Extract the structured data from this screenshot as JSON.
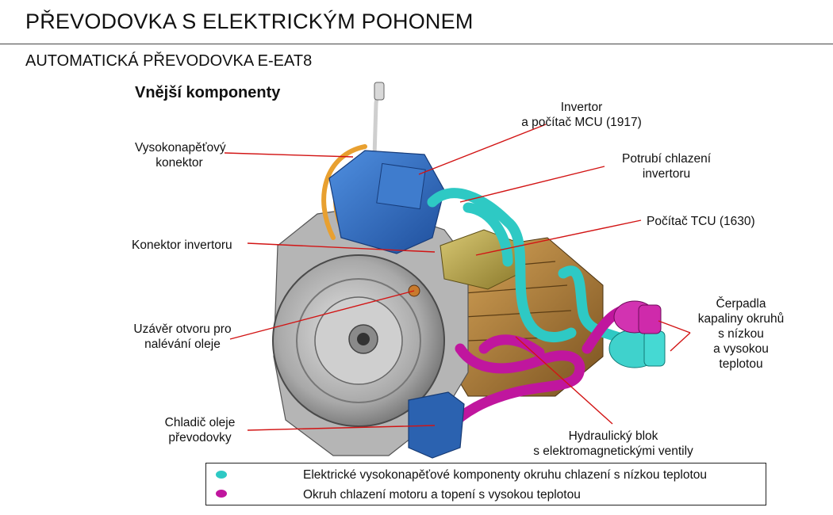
{
  "header": {
    "title": "PŘEVODOVKA S ELEKTRICKÝM POHONEM",
    "subtitle": "AUTOMATICKÁ PŘEVODOVKA E-EAT8"
  },
  "section_title": "Vnější komponenty",
  "labels": {
    "hv_connector": [
      "Vysokonapěťový",
      "konektor"
    ],
    "inverter": [
      "Invertor",
      "a počítač MCU (1917)"
    ],
    "inverter_cooling": [
      "Potrubí chlazení",
      "invertoru"
    ],
    "tcu": [
      "Počítač TCU (1630)"
    ],
    "inverter_connector": [
      "Konektor invertoru"
    ],
    "oil_filler": [
      "Uzávěr otvoru pro",
      "nalévání oleje"
    ],
    "pumps": [
      "Čerpadla",
      "kapaliny okruhů",
      "s nízkou",
      "a vysokou",
      "teplotou"
    ],
    "oil_cooler": [
      "Chladič oleje",
      "převodovky"
    ],
    "hydraulic_block": [
      "Hydraulický blok",
      "s elektromagnetickými ventily"
    ]
  },
  "legend": [
    {
      "color": "#2ec9c4",
      "text": "Elektrické vysokonapěťové komponenty okruhu chlazení s nízkou teplotou"
    },
    {
      "color": "#c0169e",
      "text": "Okruh chlazení motoru a topení s vysokou teplotou"
    }
  ],
  "colors": {
    "leader_line": "#d21414",
    "low_temp_circuit": "#2ec9c4",
    "high_temp_circuit": "#c0169e",
    "inverter_body": "#2f6fc4",
    "tcu_body": "#b9a54a",
    "case": "#b9b9b9",
    "oil_cooler": "#2b62b0"
  }
}
